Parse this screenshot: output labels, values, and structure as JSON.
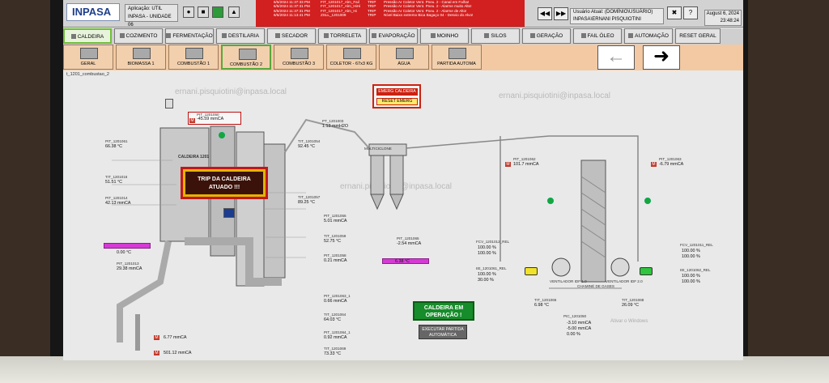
{
  "header": {
    "logo": "INPASA",
    "app_line1": "Aplicação: UTIL",
    "app_line2": "INPASA - UNIDADE 06",
    "user_label": "Usuário Atual: (DOMÍNIO\\USUÁRIO)",
    "user_value": "INPASA\\ERNANI PISQUIOTINI",
    "date": "August 6, 2024",
    "time": "23:48:24",
    "alarms": [
      {
        "time": "6/5/2024 11:37:33 PM",
        "tag": "FIT_1201017_Alm_Fail",
        "type": "TRIP",
        "msg": "Pressão Ar Coletor Vent. Pneu. 2 - Canal em Falha!"
      },
      {
        "time": "6/5/2024 11:37:31 PM",
        "tag": "FIT_1201017_Alm_HiHi",
        "type": "TRIP",
        "msg": "Pressão Ar Coletor Vent. Pneu. 2 - Alarme muito Alto!"
      },
      {
        "time": "6/5/2024 11:37:31 PM",
        "tag": "FIT_1201017_Alm_Hi",
        "type": "TRIP",
        "msg": "Pressão Ar Coletor Vent. Pneu. 2 - Alarme de Alto!"
      },
      {
        "time": "6/5/2024 11:13:41 PM",
        "tag": "ZSLL_1201009",
        "type": "TRIP",
        "msg": "Nível Baixo extremo Bica Bagaço 04 - Desvio do Alvo!"
      }
    ]
  },
  "tabs": [
    "CALDEIRA",
    "COZIMENTO",
    "FERMENTAÇÃO",
    "DESTILARIA",
    "SECADOR",
    "TORRELETA",
    "EVAPORAÇÃO",
    "MOINHO",
    "SILOS",
    "GERAÇÃO",
    "FAIL ÓLEO",
    "AUTOMAÇÃO",
    "RESET GERAL"
  ],
  "subtabs": [
    "GERAL",
    "BIOMASSA 1",
    "COMBUSTÃO 1",
    "COMBUSTÃO 2",
    "COMBUSTÃO 3",
    "COLETOR - 67x3 KG",
    "ÁGUA",
    "PARTIDA AUTOMA"
  ],
  "screen_title": "t_1201_combustao_2",
  "watermark": "ernani.pisquiotini@inpasa.local",
  "watermark2": "Ativar o Windows",
  "trip_text": "TRIP DA CALDEIRA ATUADO !!!",
  "status_text": "CALDEIRA EM OPERAÇÃO !",
  "auto_start_text": "EXECUTAR PARTIDA AUTOMÁTICA",
  "emerg": {
    "title": "EMERG CALDEIRA",
    "reset": "RESET EMERG"
  },
  "caldeira_label": "CALDEIRA 1201",
  "multiciclone": "MULTICICLONE",
  "chamine": "CHAMINÉ DE GASES",
  "instruments": [
    {
      "tag": "PIT_1201061",
      "value": "66.38 °C"
    },
    {
      "tag": "TIT_1201016",
      "value": "51.51 °C"
    },
    {
      "tag": "PIT_1201014",
      "value": "42.13 mmCA"
    },
    {
      "tag": "PT_1201003",
      "value": "1.13 mmH2O"
    },
    {
      "tag": "TIT_1201054",
      "value": "92.45 °C"
    },
    {
      "tag": "TIT_1201057",
      "value": "89.25 °C"
    },
    {
      "tag": "PIT_1201056",
      "value": "5.01 mmCA"
    },
    {
      "tag": "TIT_1201059",
      "value": "52.75 °C"
    },
    {
      "tag": "PIT_1201058",
      "value": "0.21 mmCA"
    },
    {
      "tag": "PIT_1201062",
      "value": "101.7 mmCA"
    },
    {
      "tag": "PIT_1201063",
      "value": "-6.79 mmCA"
    },
    {
      "tag": "PIT_1201065",
      "value": "-2.54 mmCA"
    },
    {
      "tag": "TIT_1201060",
      "value": "6.38 °C"
    },
    {
      "tag": "TIT_1201066",
      "value": "6.98 °C"
    },
    {
      "tag": "TIT_1201068",
      "value": "26.09 °C"
    },
    {
      "tag": "PIT_1201063_1",
      "value": "0.66 mmCA"
    },
    {
      "tag": "TIT_1201064",
      "value": "64.03 °C"
    },
    {
      "tag": "PIT_1201064_1",
      "value": "0.92 mmCA"
    },
    {
      "tag": "TIT_1201069",
      "value": "73.33 °C"
    },
    {
      "tag": "PIT_1201013",
      "value": "29.38 mmCA"
    },
    {
      "tag": "PIT_1201050",
      "value": "-45.59 mmCA"
    },
    {
      "tag": "TIT_1201055",
      "value": "0.00 °C"
    },
    {
      "tag": "PIT_1201061_b",
      "value": "6.77 mmCA"
    },
    {
      "tag": "PIT_1201069",
      "value": "501.12 mmCA"
    }
  ],
  "fcv_left": {
    "tag": "FCV_1201012_REL",
    "rel": "100.00 %",
    "lv": "100.00 %"
  },
  "ie_left": {
    "tag": "IIE_1201061_REL",
    "fr": "100.00 %",
    "cv": "30.00 %"
  },
  "fcv_right": {
    "tag": "FCV_1201011_REL",
    "fr": "100.00 %",
    "cv": "100.00 %"
  },
  "ie_right": {
    "tag": "IIE_1201062_REL",
    "fr": "100.00 %",
    "cv": "100.00 %"
  },
  "pvsp": {
    "tag": "PIC_1201050",
    "pv": "-3.10 mmCA",
    "sp": "-5.00 mmCA",
    "cv": "0.00 %"
  },
  "fans": {
    "left": "VENTILADOR IDF 1.0",
    "right": "VENTILADOR IDF 2.0"
  },
  "colors": {
    "trip_red": "#c0181a",
    "ok_green": "#168c2a",
    "alarm_red": "#d21f1f",
    "selected_tab": "#6fbe3a"
  }
}
